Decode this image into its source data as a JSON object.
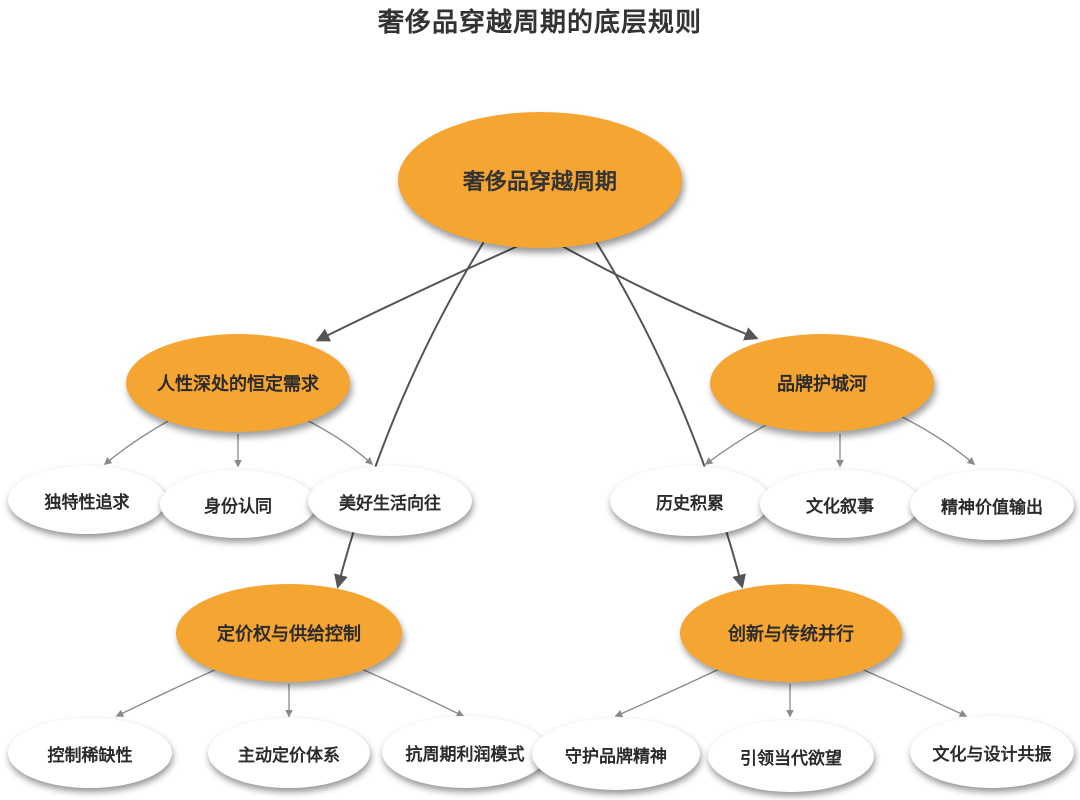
{
  "title": "奢侈品穿越周期的底层规则",
  "colors": {
    "branch_fill": "#f5a531",
    "leaf_fill": "#ffffff",
    "connector": "#555555",
    "leaf_connector": "#8a8a8a",
    "text": "#2b2b2b"
  },
  "diagram": {
    "root": {
      "label": "奢侈品穿越周期"
    },
    "branches": [
      {
        "label": "人性深处的恒定需求",
        "children": [
          "独特性追求",
          "身份认同",
          "美好生活向往"
        ]
      },
      {
        "label": "品牌护城河",
        "children": [
          "历史积累",
          "文化叙事",
          "精神价值输出"
        ]
      },
      {
        "label": "定价权与供给控制",
        "children": [
          "控制稀缺性",
          "主动定价体系",
          "抗周期利润模式"
        ]
      },
      {
        "label": "创新与传统并行",
        "children": [
          "守护品牌精神",
          "引领当代欲望",
          "文化与设计共振"
        ]
      }
    ]
  }
}
